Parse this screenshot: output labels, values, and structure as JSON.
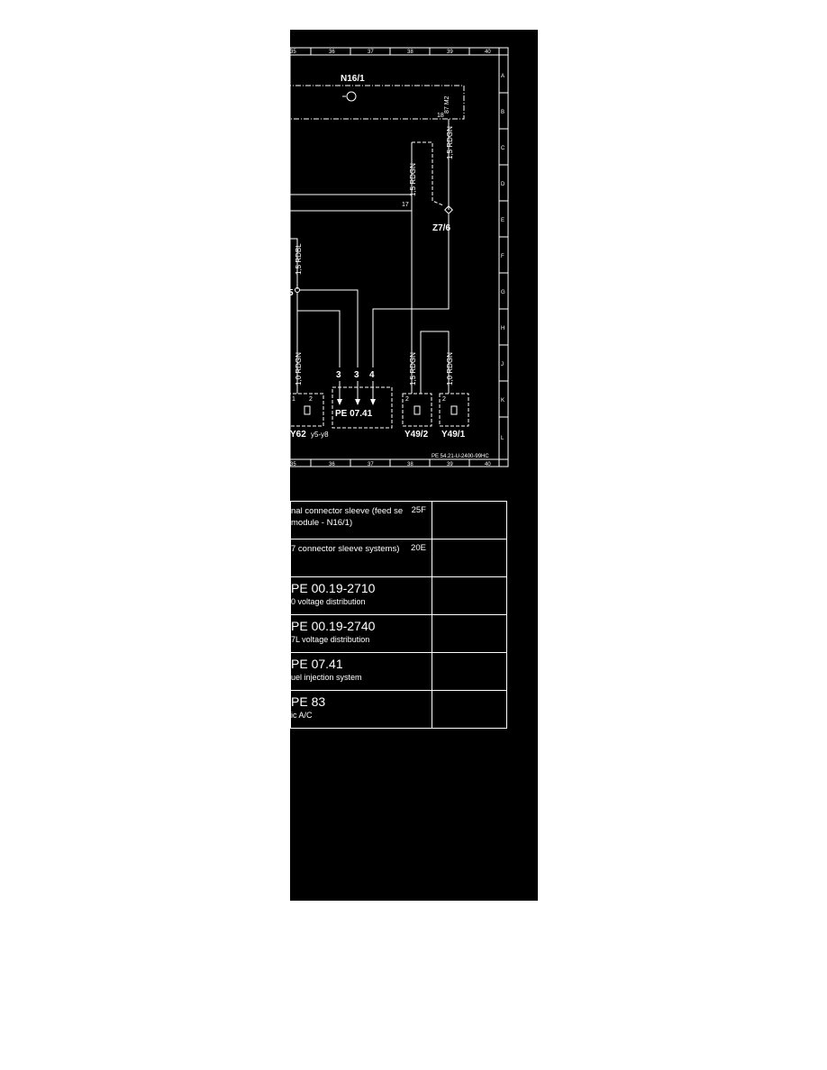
{
  "diagram": {
    "column_numbers": [
      "35",
      "36",
      "37",
      "38",
      "39",
      "40"
    ],
    "row_letters": [
      "A",
      "B",
      "C",
      "D",
      "E",
      "F",
      "G",
      "H",
      "J",
      "K",
      "L"
    ],
    "n16_label": "N16/1",
    "n16_pin_a": "87 M2",
    "n16_pin_b": "18",
    "wire_rdgn_top": "1,5 RDGN",
    "wire_rdgn_mid": "1,5 RDGN",
    "pin_17": "17",
    "z7_label": "Z7/6",
    "wire_rdbl": "1,5 RDBL",
    "node_5": "5",
    "wire_y62": "1,0 RDGN",
    "wire_y49_2": "1,5 RDGN",
    "wire_y49_1": "1,0 RDGN",
    "arrow_labels": [
      "3",
      "3",
      "4"
    ],
    "pe_ref": "PE 07.41",
    "y62_label": "Y62",
    "y62_sub": "y5-y8",
    "y49_2_label": "Y49/2",
    "y49_1_label": "Y49/1",
    "pin_1": "1",
    "pin_2": "2",
    "doc_code": "PE 54.21-U-2400-99HC"
  },
  "legend": [
    {
      "text": "nal connector sleeve (feed se module - N16/1)",
      "code": "25F"
    },
    {
      "text": "7 connector sleeve systems)",
      "code": "20E"
    },
    {
      "title": "PE 00.19-2710",
      "subtitle": "0 voltage distribution"
    },
    {
      "title": "PE 00.19-2740",
      "subtitle": "7L voltage distribution"
    },
    {
      "title": "PE 07.41",
      "subtitle": "uel injection system"
    },
    {
      "title": "PE 83",
      "subtitle": "ic A/C"
    }
  ]
}
